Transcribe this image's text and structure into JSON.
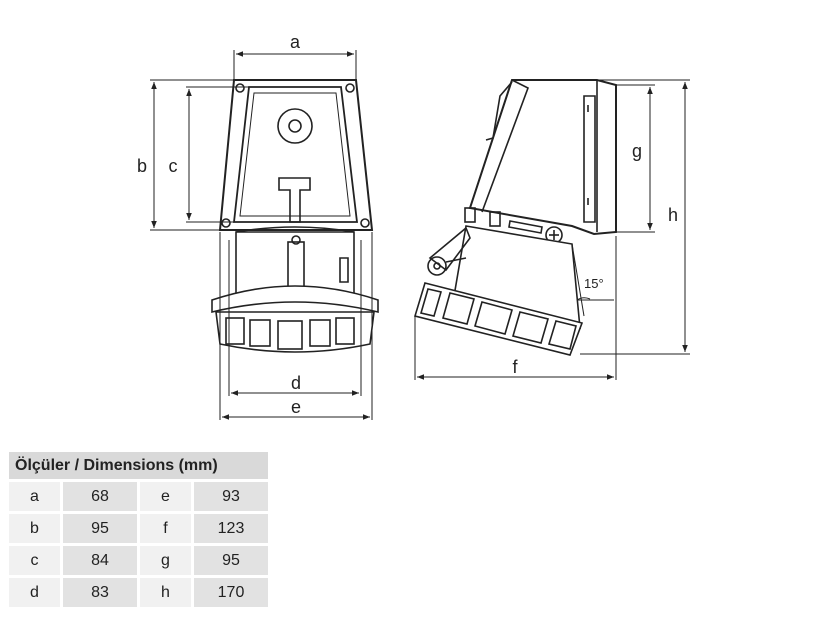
{
  "labels": {
    "a": "a",
    "b": "b",
    "c": "c",
    "d": "d",
    "e": "e",
    "f": "f",
    "g": "g",
    "h": "h",
    "angle": "15°"
  },
  "table": {
    "title": "Ölçüler / Dimensions (mm)",
    "rows": [
      {
        "k1": "a",
        "v1": "68",
        "k2": "e",
        "v2": "93"
      },
      {
        "k1": "b",
        "v1": "95",
        "k2": "f",
        "v2": "123"
      },
      {
        "k1": "c",
        "v1": "84",
        "k2": "g",
        "v2": "95"
      },
      {
        "k1": "d",
        "v1": "83",
        "k2": "h",
        "v2": "170"
      }
    ]
  }
}
